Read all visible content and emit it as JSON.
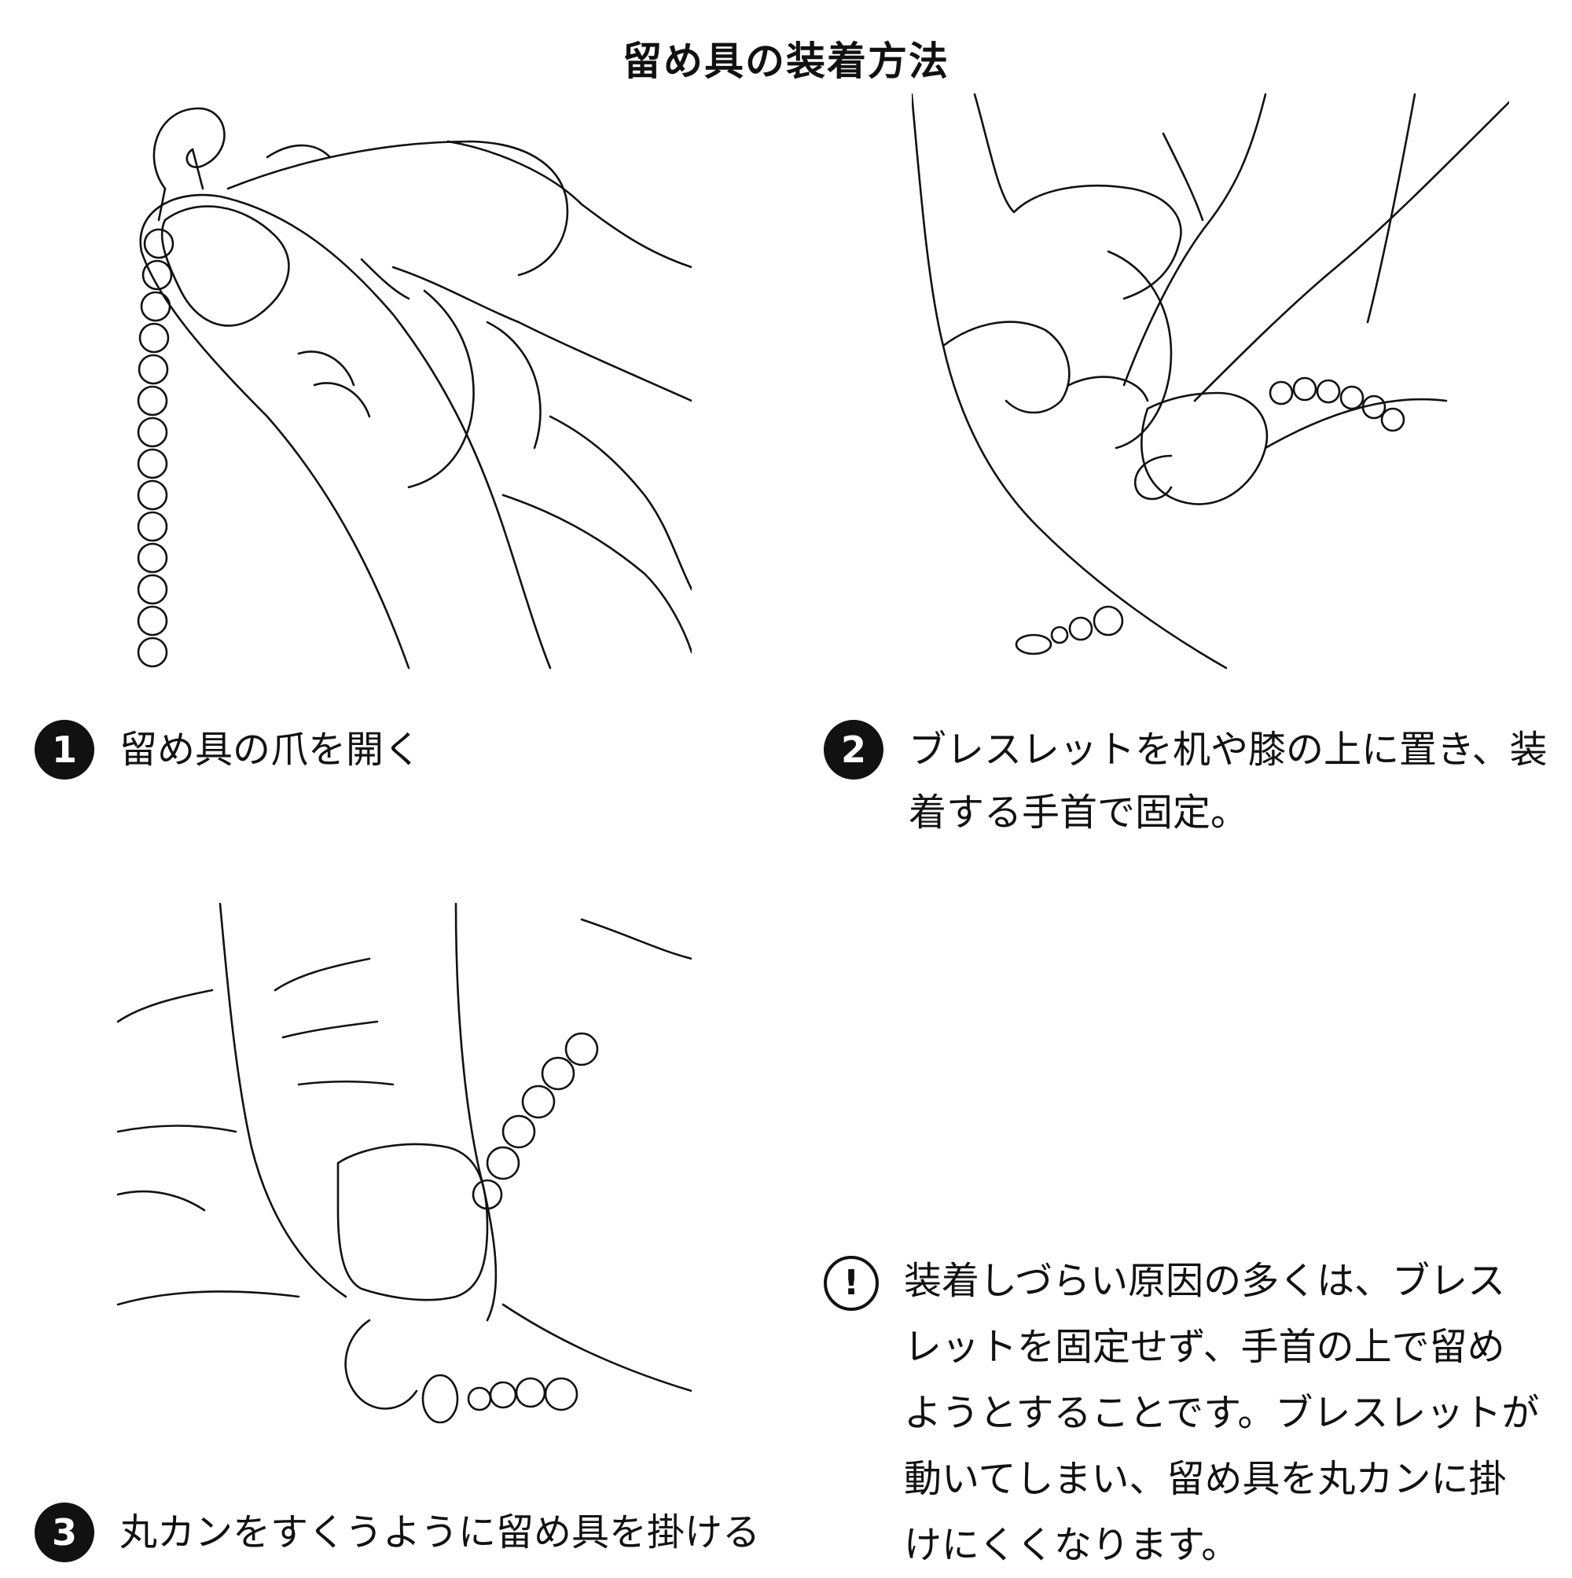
{
  "title": "留め具の装着方法",
  "steps": [
    {
      "number": "1",
      "text": "留め具の爪を開く"
    },
    {
      "number": "2",
      "text": "ブレスレットを机や膝の上に置き、装着する手首で固定。"
    },
    {
      "number": "3",
      "text": "丸カンをすくうように留め具を掛ける"
    }
  ],
  "note": {
    "icon": "!",
    "text": "装着しづらい原因の多くは、ブレスレットを固定せず、手首の上で留めようとすることです。ブレスレットが動いてしまい、留め具を丸カンに掛けにくくなります。"
  }
}
